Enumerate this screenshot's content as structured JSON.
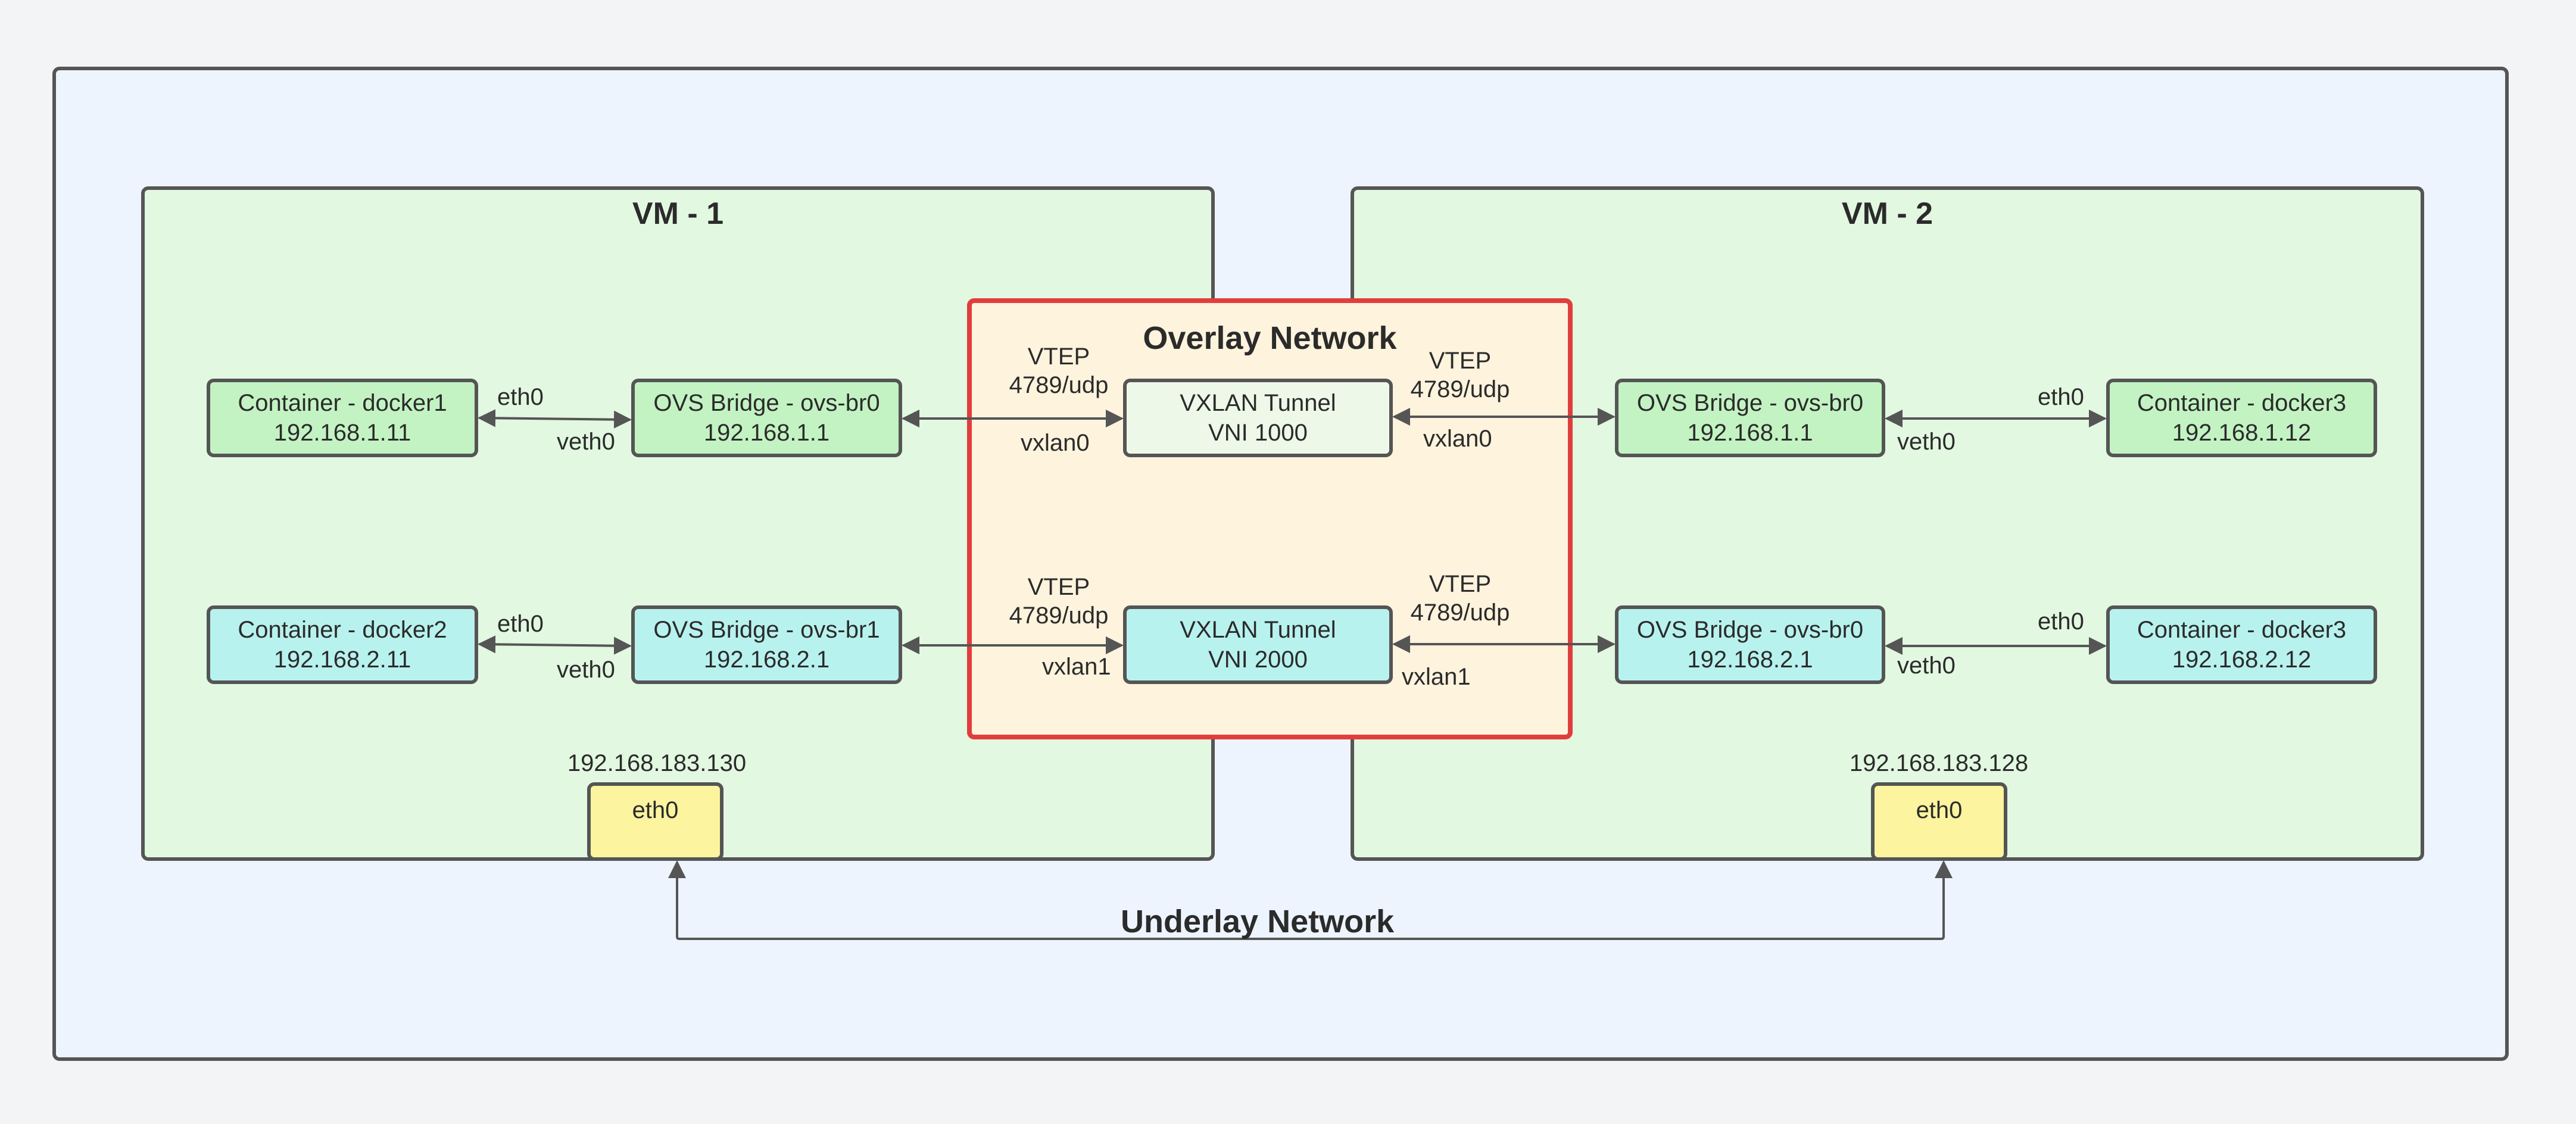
{
  "vm1": {
    "title": "VM - 1"
  },
  "vm2": {
    "title": "VM - 2"
  },
  "overlay": {
    "title": "Overlay Network"
  },
  "underlay": {
    "title": "Underlay Network"
  },
  "vm1_row1": {
    "container": {
      "name": "Container - docker1",
      "ip": "192.168.1.11"
    },
    "bridge": {
      "name": "OVS Bridge - ovs-br0",
      "ip": "192.168.1.1"
    },
    "eth": "eth0",
    "veth": "veth0"
  },
  "vm1_row2": {
    "container": {
      "name": "Container - docker2",
      "ip": "192.168.2.11"
    },
    "bridge": {
      "name": "OVS Bridge - ovs-br1",
      "ip": "192.168.2.1"
    },
    "eth": "eth0",
    "veth": "veth0"
  },
  "vm2_row1": {
    "container": {
      "name": "Container - docker3",
      "ip": "192.168.1.12"
    },
    "bridge": {
      "name": "OVS Bridge - ovs-br0",
      "ip": "192.168.1.1"
    },
    "eth": "eth0",
    "veth": "veth0"
  },
  "vm2_row2": {
    "container": {
      "name": "Container - docker3",
      "ip": "192.168.2.12"
    },
    "bridge": {
      "name": "OVS Bridge - ovs-br0",
      "ip": "192.168.2.1"
    },
    "eth": "eth0",
    "veth": "veth0"
  },
  "tunnel1": {
    "name": "VXLAN Tunnel",
    "vni": "VNI 1000",
    "left_iface": "vxlan0",
    "right_iface": "vxlan0"
  },
  "tunnel2": {
    "name": "VXLAN Tunnel",
    "vni": "VNI 2000",
    "left_iface": "vxlan1",
    "right_iface": "vxlan1"
  },
  "vtep": {
    "label": "VTEP",
    "port": "4789/udp"
  },
  "vm1_nic": {
    "ip": "192.168.183.130",
    "name": "eth0"
  },
  "vm2_nic": {
    "ip": "192.168.183.128",
    "name": "eth0"
  },
  "colors": {
    "vm_fill": "#e2f8e1",
    "overlay_border": "#e23d3d",
    "overlay_fill": "#fef3dd",
    "green_node": "#c3f3c3",
    "cyan_node": "#b8f2ee",
    "nic": "#fcf49f"
  }
}
